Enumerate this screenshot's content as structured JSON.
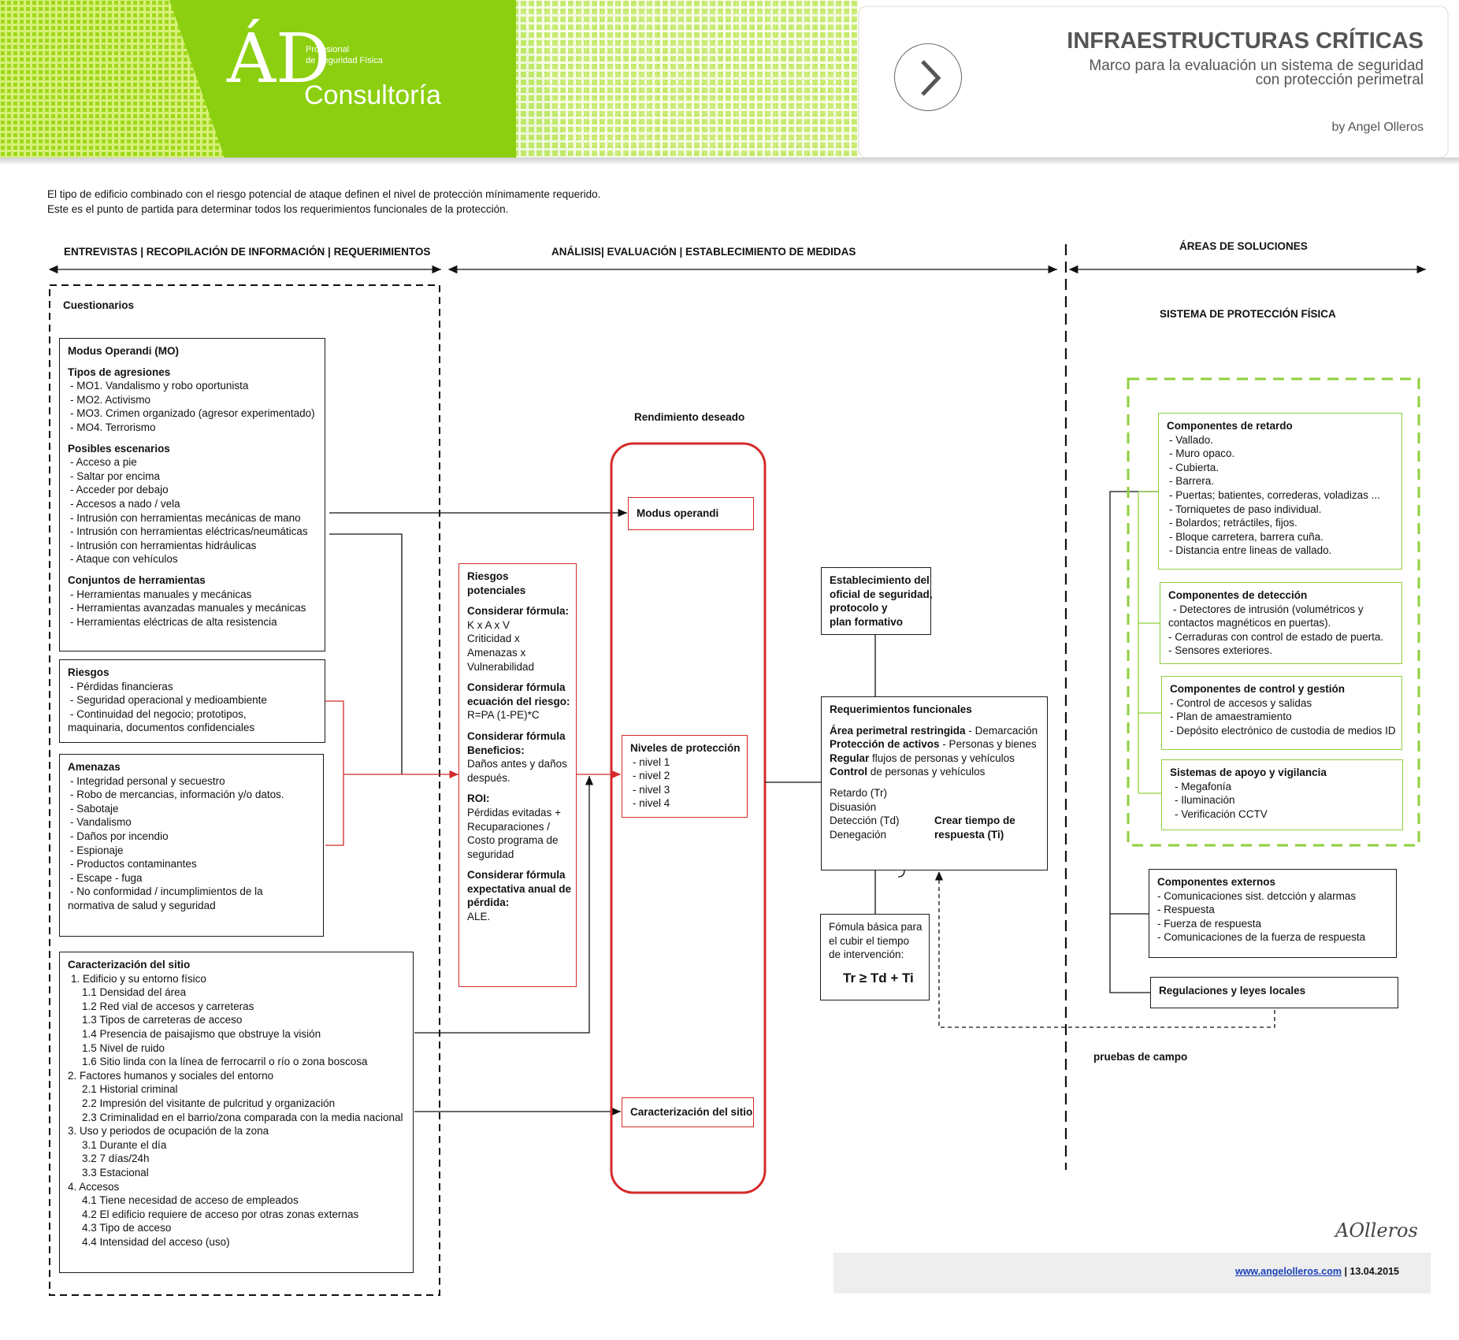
{
  "header": {
    "logo_line1": "Profesional",
    "logo_line2": "de Seguridad Física",
    "logo_word": "Consultoría",
    "title": "INFRAESTRUCTURAS CRÍTICAS",
    "subtitle_line1": "Marco para la evaluación un sistema de seguridad",
    "subtitle_line2": "con protección perimetral",
    "author": "by Angel Olleros",
    "nav_icon": "chevron-right-icon"
  },
  "intro": {
    "line1": "El tipo de edificio combinado con el riesgo potencial de ataque definen el nivel de protección mínimamente requerido.",
    "line2": "Este es el punto de partida para determinar todos los requerimientos funcionales de la protección."
  },
  "phases": {
    "p1": "ENTREVISTAS | RECOPILACIÓN DE INFORMACIÓN | REQUERIMIENTOS",
    "p2": "ANÁLISIS| EVALUACIÓN | ESTABLECIMIENTO DE MEDIDAS",
    "p3": "ÁREAS DE SOLUCIONES"
  },
  "left": {
    "cuestionarios": "Cuestionarios",
    "mo": {
      "title": "Modus Operandi (MO)",
      "tipos_title": "Tipos de agresiones",
      "tipos": [
        "- MO1. Vandalismo y robo oportunista",
        "- MO2. Activismo",
        "- MO3. Crimen organizado (agresor experimentado)",
        "- MO4. Terrorismo"
      ],
      "escenarios_title": "Posibles escenarios",
      "escenarios": [
        "- Acceso a pie",
        "- Saltar por encima",
        "- Acceder por debajo",
        "- Accesos a nado / vela",
        "- Intrusión con herramientas mecánicas de mano",
        "- Intrusión con herramientas eléctricas/neumáticas",
        "- Intrusión con herramientas hidráulicas",
        "- Ataque con vehículos"
      ],
      "herramientas_title": "Conjuntos de herramientas",
      "herramientas": [
        "- Herramientas manuales y mecánicas",
        "- Herramientas avanzadas manuales y mecánicas",
        "- Herramientas eléctricas de alta resistencia"
      ]
    },
    "riesgos": {
      "title": "Riesgos",
      "items": [
        "- Pérdidas financieras",
        "- Seguridad operacional y medioambiente",
        "- Continuidad del negocio; prototipos,",
        "maquinaria, documentos confidenciales"
      ]
    },
    "amenazas": {
      "title": "Amenazas",
      "items": [
        "- Integridad personal y secuestro",
        "- Robo de mercancias, información y/o datos.",
        "- Sabotaje",
        "- Vandalismo",
        "- Daños por incendio",
        "- Espionaje",
        "- Productos contaminantes",
        "- Escape - fuga",
        "- No conformidad / incumplimientos de la",
        "normativa de salud y seguridad"
      ]
    },
    "sitio": {
      "title": "Caracterización del sitio",
      "items": [
        "1. Edificio y su entorno físico",
        "1.1 Densidad del área",
        "1.2 Red vial de accesos y carreteras",
        "1.3 Tipos de carreteras de acceso",
        "1.4 Presencia de paisajismo que obstruye la visión",
        "1.5 Nivel de ruido",
        "1.6 Sitio linda con la línea de ferrocarril o río o zona boscosa",
        "2. Factores humanos y sociales del entorno",
        "2.1 Historial criminal",
        "2.2 Impresión del visitante de pulcritud y organización",
        "2.3 Criminalidad en el barrio/zona comparada con la media nacional",
        "3. Uso y periodos de ocupación de la zona",
        "3.1 Durante el día",
        "3.2 7 días/24h",
        "3.3 Estacional",
        "4. Accesos",
        "4.1 Tiene necesidad de acceso de empleados",
        "4.2 El edificio requiere de acceso por otras zonas externas",
        "4.3 Tipo de acceso",
        "4.4 Intensidad del acceso (uso)"
      ]
    }
  },
  "middle": {
    "riesgos_pot": {
      "title1": "Riesgos",
      "title2": "potenciales",
      "f1_title": "Considerar fórmula:",
      "f1": [
        "K x A x V",
        "Criticidad x",
        "Amenazas x",
        "Vulnerabilidad"
      ],
      "f2_title": [
        "Considerar fórmula",
        "ecuación del riesgo:"
      ],
      "f2": [
        "R=PA (1-PE)*C"
      ],
      "f3_title": [
        "Considerar fórmula",
        "Beneficios:"
      ],
      "f3": [
        "Daños antes y daños",
        "después."
      ],
      "f4_title": [
        "ROI:"
      ],
      "f4": [
        "Pérdidas evitadas +",
        "Recuparaciones /",
        "Costo programa de",
        "seguridad"
      ],
      "f5_title": [
        "Considerar fórmula",
        "expectativa anual de",
        "pérdida:"
      ],
      "f5": [
        "ALE."
      ]
    },
    "rendimiento": "Rendimiento deseado",
    "modus": "Modus operandi",
    "niveles": {
      "title": "Niveles de protección",
      "items": [
        "- nivel 1",
        "- nivel 2",
        "- nivel 3",
        "- nivel 4"
      ]
    },
    "caract": "Caracterización del sitio"
  },
  "right_mid": {
    "oficial": [
      "Establecimiento del",
      "oficial de seguridad,",
      "protocolo y",
      "plan formativo"
    ],
    "req": {
      "title": "Requerimientos  funcionales",
      "l1_b": "Área perimetral restringida",
      "l1_r": " - Demarcación",
      "l2_b": "Protección de activos",
      "l2_r": " - Personas y bienes",
      "l3_b": "Regular",
      "l3_r": " flujos de personas y vehículos",
      "l4_b": "Control",
      "l4_r": " de personas y vehículos",
      "tiempos": [
        "Retardo (Tr)",
        "Disuasión",
        "Detección (Td)",
        "Denegación"
      ],
      "crear": [
        "Crear tiempo de",
        "respuesta (Ti)"
      ]
    },
    "formula": {
      "lines": [
        "Fómula básica para",
        "el cubir el tiempo",
        "de intervención:"
      ],
      "eq": "Tr ≥ Td + Ti"
    }
  },
  "solutions": {
    "title": "SISTEMA DE PROTECCIÓN FÍSICA",
    "retardo": {
      "title": "Componentes de retardo",
      "items": [
        "- Vallado.",
        "- Muro opaco.",
        "- Cubierta.",
        "- Barrera.",
        "- Puertas; batientes, correderas, voladizas ...",
        "- Torniquetes de paso individual.",
        "- Bolardos; retráctiles, fijos.",
        "- Bloque carretera, barrera cuña.",
        "- Distancia entre lineas de vallado."
      ]
    },
    "deteccion": {
      "title": "Componentes de detección",
      "items": [
        "- Detectores de intrusión (volumétricos y",
        "contactos magnéticos en puertas).",
        "- Cerraduras con control de estado de puerta.",
        "- Sensores exteriores."
      ]
    },
    "control": {
      "title": "Componentes de control y gestión",
      "items": [
        "- Control de accesos y salidas",
        "- Plan de amaestramiento",
        "- Depósito electrónico de custodia de medios ID"
      ]
    },
    "apoyo": {
      "title": "Sistemas de apoyo y vigilancia",
      "items": [
        "- Megafonía",
        "- Iluminación",
        "- Verificación CCTV"
      ]
    },
    "externos": {
      "title": "Componentes externos",
      "items": [
        "- Comunicaciones sist. detcción y  alarmas",
        "- Respuesta",
        "- Fuerza de respuesta",
        "- Comunicaciones de la fuerza de respuesta"
      ]
    },
    "regulaciones": "Regulaciones y leyes locales",
    "pruebas": "pruebas de campo"
  },
  "footer": {
    "signature": "AOlleros",
    "url": "www.angelolleros.com",
    "date": " | 13.04.2015"
  },
  "colors": {
    "green": "#8ccf10",
    "red": "#d42a2a",
    "dashed_green": "#8fcf3c"
  }
}
